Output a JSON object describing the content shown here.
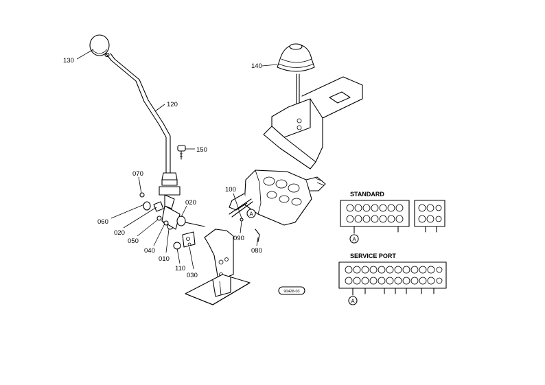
{
  "part_labels": {
    "p130": "130",
    "p120": "120",
    "p140": "140",
    "p150": "150",
    "p070": "070",
    "p060": "060",
    "p020a": "020",
    "p020b": "020",
    "p050": "050",
    "p040": "040",
    "p010": "010",
    "p110": "110",
    "p030": "030",
    "p100": "100",
    "p090": "090",
    "p080": "080"
  },
  "markers": {
    "main": "A",
    "standard": "A",
    "service": "A"
  },
  "sections": {
    "standard": "STANDARD",
    "service_port": "SERVICE PORT"
  },
  "drawing_code": "90428-03"
}
